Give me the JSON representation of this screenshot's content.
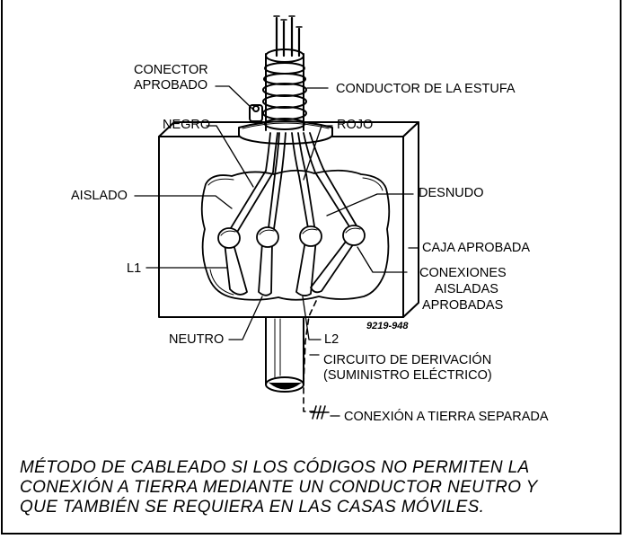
{
  "labels": {
    "conector_line1": "CONECTOR",
    "conector_line2": "APROBADO",
    "conductor_estufa": "CONDUCTOR DE LA ESTUFA",
    "negro": "NEGRO",
    "rojo": "ROJO",
    "aislado": "AISLADO",
    "desnudo": "DESNUDO",
    "caja_aprobada": "CAJA APROBADA",
    "l1": "L1",
    "conexiones_line1": "CONEXIONES",
    "conexiones_line2": "AISLADAS",
    "conexiones_line3": "APROBADAS",
    "neutro": "NEUTRO",
    "l2": "L2",
    "figure_code": "9219-948",
    "circuito_line1": "CIRCUITO DE DERIVACIÓN",
    "circuito_line2": "(SUMINISTRO ELÉCTRICO)",
    "conexion_tierra": "CONEXIÓN A TIERRA SEPARADA"
  },
  "caption_lines": [
    "MÉTODO DE CABLEADO SI LOS CÓDIGOS NO PERMITEN LA",
    "CONEXIÓN A TIERRA MEDIANTE UN CONDUCTOR NEUTRO Y",
    "QUE TAMBIÉN SE REQUIERA EN LAS CASAS MÓVILES."
  ]
}
